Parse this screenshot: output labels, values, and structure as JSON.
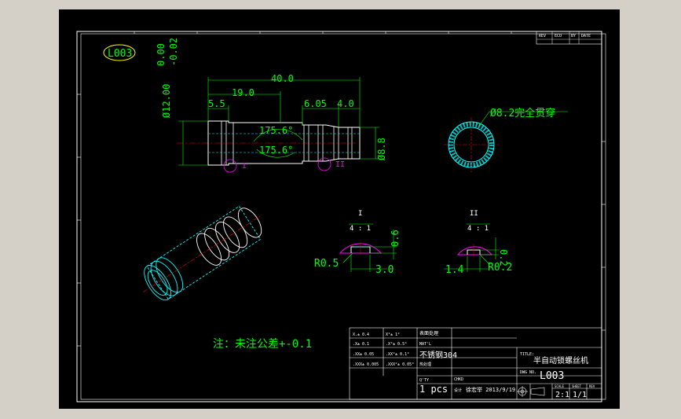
{
  "drawing": {
    "tag": "L003",
    "title_cn": "半自动锁螺丝机",
    "material": "不锈钢304",
    "quantity": "1 pcs",
    "designer": "徐宏举 2013/9/19",
    "code": "L003",
    "scale": "2:1",
    "sheet": "1/1",
    "note": "注：未注公差+-0.1"
  },
  "dimensions": {
    "overall_length": "40.0",
    "len_19": "19.0",
    "len_5_5": "5.5",
    "len_6_05": "6.05",
    "len_4_0": "4.0",
    "dia_12": "Ø12.00",
    "tol_upper": "0.00",
    "tol_lower": "-0.02",
    "angle_a": "175.6°",
    "angle_b": "175.6°",
    "dia_8_8": "Ø8.8",
    "hole_note": "Ø8.2完全贯穿",
    "detail_i_label": "I",
    "detail_ii_label": "II",
    "detail_scale": "4 : 1",
    "r_0_5": "R0.5",
    "w_3_0": "3.0",
    "h_0_6": "0.6",
    "w_1_4": "1.4",
    "r_0_2": "R0.2",
    "h_0_2": "0.2"
  },
  "revision_headers": [
    "REV",
    "ECO",
    "BY",
    "DATE"
  ],
  "tolerance_block": [
    [
      "X.± 0.4",
      "X°± 1°"
    ],
    [
      ".X± 0.1",
      ".X°± 0.5°"
    ],
    [
      ".XX± 0.05",
      ".XX°± 0.1°"
    ],
    [
      ".XXX± 0.005",
      ".XXX°± 0.05°"
    ]
  ],
  "title_block_labels": {
    "finish": "表面处理",
    "material_label": "MAT'L",
    "treatment": "热处理",
    "qty_label": "Q'TY",
    "designer_label": "设计",
    "checked": "CHKD",
    "dwg_no_label": "DWG NO.",
    "scale_label": "SCALE",
    "sheet_label": "SHEET",
    "rev_label": "REV",
    "title_label": "TITLE:"
  },
  "colors": {
    "sheet_bg": "#000000",
    "window_bg": "#d4d0c8",
    "border": "#ffffff",
    "dimension": "#00ff00",
    "part": "#00ffff",
    "centerline": "#ff0000",
    "detail_circle": "#ff00ff"
  }
}
